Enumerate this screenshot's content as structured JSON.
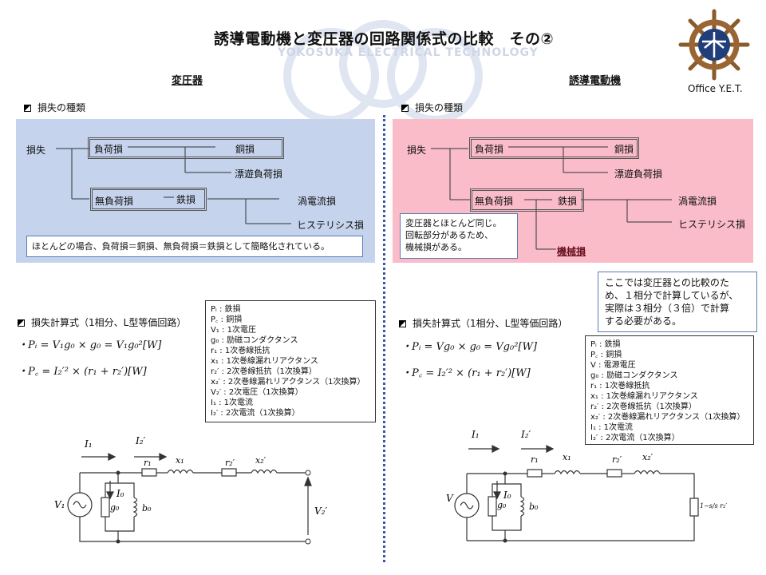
{
  "title": "誘導電動機と変圧器の回路関係式の比較　その②",
  "watermark": "YOKOSUKA ELECTRICAL TECHNOLOGY",
  "office": "Office Y.E.T.",
  "left": {
    "heading": "変圧器",
    "loss_types_label": "損失の種類",
    "tree": {
      "root": "損失",
      "load_loss": "負荷損",
      "copper_loss": "銅損",
      "stray_loss": "漂遊負荷損",
      "no_load_loss": "無負荷損",
      "iron_loss": "鉄損",
      "eddy_loss": "渦電流損",
      "hysteresis_loss": "ヒステリシス損"
    },
    "note": "ほとんどの場合、負荷損＝銅損、無負荷損＝鉄損として簡略化されている。",
    "calc_label": "損失計算式（1相分、L型等価回路）",
    "formula1": "・Pᵢ = V₁g₀ × g₀ = V₁g₀²[W]",
    "formula2": "・P꜀ = I₂′² × (r₁ + r₂′)[W]",
    "legend": [
      "Pᵢ : 鉄損",
      "P꜀ : 銅損",
      "V₁ : 1次電圧",
      "g₀ : 励磁コンダクタンス",
      "r₁ : 1次巻線抵抗",
      "x₁ : 1次巻線漏れリアクタンス",
      "r₂′ : 2次巻線抵抗（1次換算）",
      "x₂′ : 2次巻線漏れリアクタンス（1次換算）",
      "V₂′ : 2次電圧（1次換算）",
      "I₁ : 1次電流",
      "I₂′ : 2次電流（1次換算）"
    ],
    "circuit": {
      "I1": "I₁",
      "I2": "I₂′",
      "I0": "I₀",
      "r1": "r₁",
      "x1": "x₁",
      "r2": "r₂′",
      "x2": "x₂′",
      "V1": "V₁",
      "g0": "g₀",
      "b0": "b₀",
      "V2": "V₂′"
    }
  },
  "right": {
    "heading": "誘導電動機",
    "loss_types_label": "損失の種類",
    "tree": {
      "root": "損失",
      "load_loss": "負荷損",
      "copper_loss": "銅損",
      "stray_loss": "漂遊負荷損",
      "no_load_loss": "無負荷損",
      "iron_loss": "鉄損",
      "eddy_loss": "渦電流損",
      "hysteresis_loss": "ヒステリシス損",
      "mech_loss": "機械損"
    },
    "note_lines": [
      "変圧器とほとんど同じ。",
      "回転部分があるため、",
      "機械損がある。"
    ],
    "callout_lines": [
      "ここでは変圧器との比較のた",
      "め、１相分で計算しているが、",
      "実際は３相分（３倍）で計算",
      "する必要がある。"
    ],
    "calc_label": "損失計算式（1相分、L型等価回路）",
    "formula1": "・Pᵢ = Vg₀ × g₀ = Vg₀²[W]",
    "formula2": "・P꜀ = I₂′² × (r₁ + r₂′)[W]",
    "legend": [
      "Pᵢ : 鉄損",
      "P꜀ : 銅損",
      "V : 電源電圧",
      "g₀ : 励磁コンダクタンス",
      "r₁ : 1次巻線抵抗",
      "x₁ : 1次巻線漏れリアクタンス",
      "r₂′ : 2次巻線抵抗（1次換算）",
      "x₂′ : 2次巻線漏れリアクタンス（1次換算）",
      "I₁ : 1次電流",
      "I₂′ : 2次電流（1次換算）"
    ],
    "circuit": {
      "I1": "I₁",
      "I2": "I₂′",
      "I0": "I₀",
      "r1": "r₁",
      "x1": "x₁",
      "r2": "r₂′",
      "x2": "x₂′",
      "V": "V",
      "g0": "g₀",
      "b0": "b₀",
      "load": "1−s/s r₂′"
    }
  },
  "colors": {
    "blue_panel": "#c5d3ec",
    "pink_panel": "#f9bcc8",
    "divider": "#3a55a8"
  }
}
